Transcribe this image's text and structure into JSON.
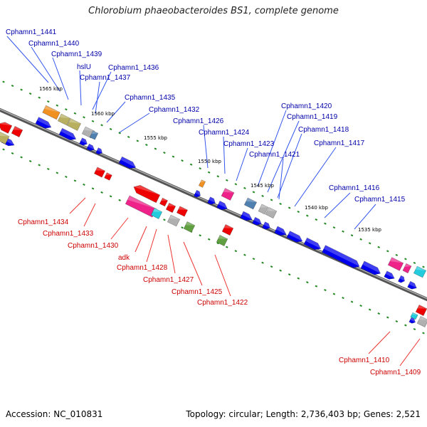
{
  "title": "Chlorobium phaeobacteroides BS1, complete genome",
  "footer": {
    "accession": "Accession: NC_010831",
    "topology": "Topology: circular; Length: 2,736,403 bp; Genes: 2,521"
  },
  "scale_ticks": [
    "1565 kbp",
    "1560 kbp",
    "1555 kbp",
    "1550 kbp",
    "1545 kbp",
    "1540 kbp",
    "1535 kbp"
  ],
  "gene_labels_forward": [
    "Cphamn1_1441",
    "Cphamn1_1440",
    "Cphamn1_1439",
    "hslU",
    "Cphamn1_1436",
    "Cphamn1_1437",
    "Cphamn1_1435",
    "Cphamn1_1432",
    "Cphamn1_1426",
    "Cphamn1_1424",
    "Cphamn1_1423",
    "Cphamn1_1420",
    "Cphamn1_1419",
    "Cphamn1_1418",
    "Cphamn1_1421",
    "Cphamn1_1417",
    "Cphamn1_1416",
    "Cphamn1_1415"
  ],
  "gene_labels_reverse": [
    "Cphamn1_1434",
    "Cphamn1_1433",
    "Cphamn1_1430",
    "adk",
    "Cphamn1_1428",
    "Cphamn1_1427",
    "Cphamn1_1425",
    "Cphamn1_1422",
    "Cphamn1_1410",
    "Cphamn1_1409"
  ],
  "colors": {
    "forward_label": "#0000aa",
    "reverse_label": "#cc0000",
    "forward_gene": "#0000ee",
    "reverse_gene": "#ee0000",
    "backbone": "#666666",
    "scale_dots": "#228822",
    "orange": "#f09020",
    "olive": "#b8b060",
    "grey": "#b0b0b0",
    "steel": "#5080b0",
    "pink": "#ee2288",
    "cyan": "#22ccdd",
    "green": "#60a040"
  }
}
